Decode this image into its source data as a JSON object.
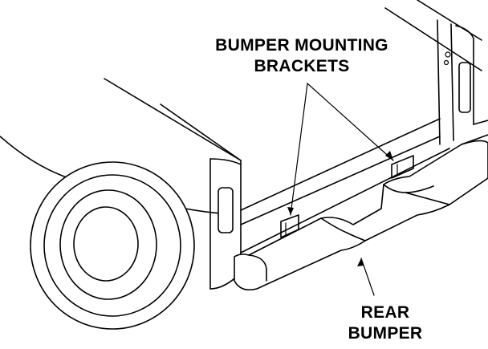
{
  "labels": {
    "brackets_line1": "BUMPER MOUNTING",
    "brackets_line2": "BRACKETS",
    "bumper_line1": "REAR",
    "bumper_line2": "BUMPER"
  }
}
